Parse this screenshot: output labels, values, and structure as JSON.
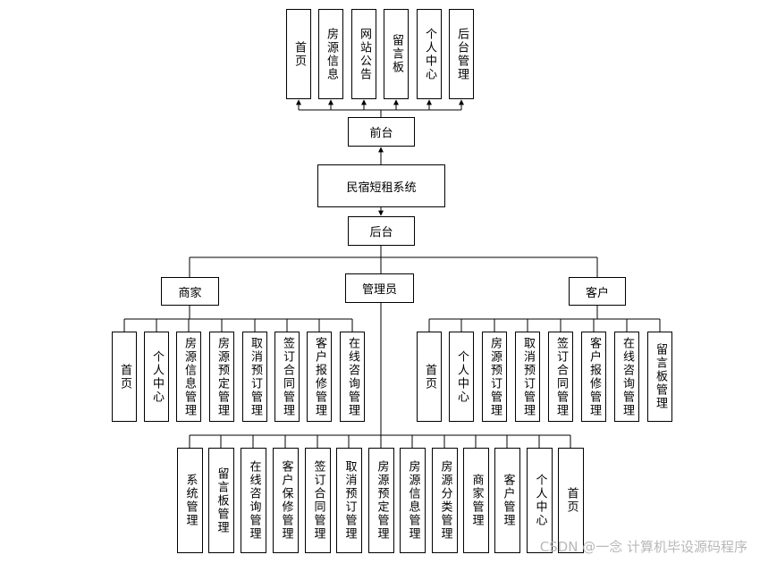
{
  "diagram": {
    "root": "民宿短租系统",
    "frontend": {
      "label": "前台",
      "children": [
        "首页",
        "房源信息",
        "网站公告",
        "留言板",
        "个人中心",
        "后台管理"
      ]
    },
    "backend": {
      "label": "后台",
      "merchant": {
        "label": "商家",
        "children": [
          "首页",
          "个人中心",
          "房源信息管理",
          "房源预定管理",
          "取消预订管理",
          "签订合同管理",
          "客户报修管理",
          "在线咨询管理"
        ]
      },
      "admin": {
        "label": "管理员",
        "children": [
          "系统管理",
          "留言板管理",
          "在线咨询管理",
          "客户保修管理",
          "签订合同管理",
          "取消预订管理",
          "房源预定管理",
          "房源信息管理",
          "房源分类管理",
          "商家管理",
          "客户管理",
          "个人中心",
          "首页"
        ]
      },
      "customer": {
        "label": "客户",
        "children": [
          "首页",
          "个人中心",
          "房源预订管理",
          "取消预订管理",
          "签订合同管理",
          "客户报修管理",
          "在线咨询管理",
          "留言板管理"
        ]
      }
    }
  },
  "watermark": "CSDN @一念 计算机毕设源码程序"
}
